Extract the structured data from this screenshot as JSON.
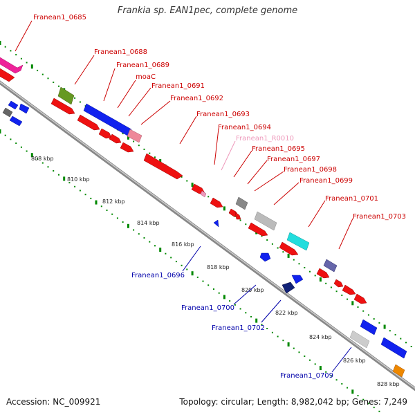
{
  "title": "Frankia sp. EAN1pec, complete genome",
  "footer": {
    "accession": "Accession: NC_009921",
    "topology": "Topology: circular; Length: 8,982,042 bp; Genes: 7,249"
  },
  "colors": {
    "forward_gene": "#ee1111",
    "reverse_gene": "#1111ee",
    "forward_label": "#cc0000",
    "reverse_label": "#0000aa",
    "rna_label": "#ee99bb",
    "backbone": "#999999",
    "tick": "#008800"
  },
  "scale_ticks": [
    "808 kbp",
    "810 kbp",
    "812 kbp",
    "814 kbp",
    "816 kbp",
    "818 kbp",
    "820 kbp",
    "822 kbp",
    "824 kbp",
    "826 kbp",
    "828 kbp"
  ],
  "gene_labels": [
    {
      "text": "Franean1_0685",
      "strand": "forward"
    },
    {
      "text": "Franean1_0688",
      "strand": "forward"
    },
    {
      "text": "Franean1_0689",
      "strand": "forward"
    },
    {
      "text": "moaC",
      "strand": "forward"
    },
    {
      "text": "Franean1_0691",
      "strand": "forward"
    },
    {
      "text": "Franean1_0692",
      "strand": "forward"
    },
    {
      "text": "Franean1_0693",
      "strand": "forward"
    },
    {
      "text": "Franean1_0694",
      "strand": "forward"
    },
    {
      "text": "Franean1_R0010",
      "strand": "rna"
    },
    {
      "text": "Franean1_0695",
      "strand": "forward"
    },
    {
      "text": "Franean1_0697",
      "strand": "forward"
    },
    {
      "text": "Franean1_0698",
      "strand": "forward"
    },
    {
      "text": "Franean1_0699",
      "strand": "forward"
    },
    {
      "text": "Franean1_0701",
      "strand": "forward"
    },
    {
      "text": "Franean1_0703",
      "strand": "forward"
    },
    {
      "text": "Franean1_0696",
      "strand": "reverse"
    },
    {
      "text": "Franean1_0700",
      "strand": "reverse"
    },
    {
      "text": "Franean1_0702",
      "strand": "reverse"
    },
    {
      "text": "Franean1_0709",
      "strand": "reverse"
    }
  ]
}
